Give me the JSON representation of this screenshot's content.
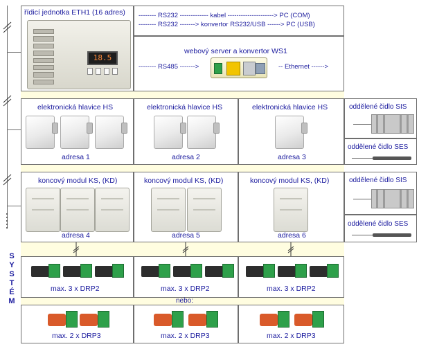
{
  "title": "řídicí jednotka ETH1 (16 adres)",
  "rs232": {
    "line1": "-------- RS232 ------------- kabel ---------------------> PC (COM)",
    "line2": "-------- RS232 -------> konvertor RS232/USB ------> PC (USB)"
  },
  "webserver": {
    "title": "webový server a konvertor WS1",
    "left": "-------- RS485 ------->",
    "right": "-- Ethernet ------>"
  },
  "device": {
    "display": "18.5"
  },
  "hs": {
    "label": "elektronická hlavice HS",
    "addresses": [
      "adresa 1",
      "adresa 2",
      "adresa 3"
    ]
  },
  "ks": {
    "label": "koncový modul KS, (KD)",
    "addresses": [
      "adresa 4",
      "adresa 5",
      "adresa 6"
    ]
  },
  "sensors": {
    "sis": "oddělené čidlo SIS",
    "ses": "oddělené čidlo SES"
  },
  "drp2": "max. 3 x DRP2",
  "nebo": "nebo:",
  "drp3": "max. 2 x DRP3",
  "system": [
    "S",
    "Y",
    "S",
    "T",
    "É",
    "M"
  ],
  "colors": {
    "text": "#1a1a9e",
    "strip": "#fffde0",
    "border": "#6e6e6e"
  }
}
